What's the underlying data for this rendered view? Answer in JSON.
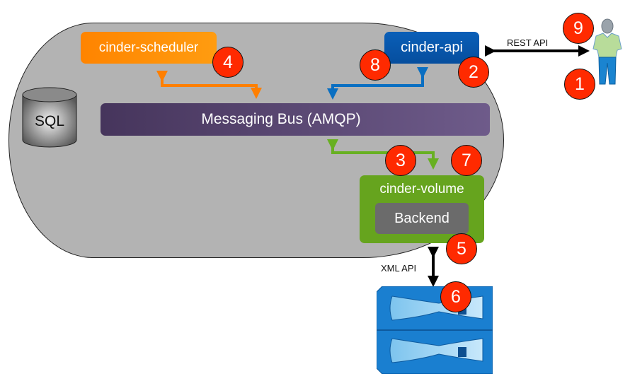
{
  "diagram": {
    "components": {
      "scheduler": "cinder-scheduler",
      "api": "cinder-api",
      "bus": "Messaging Bus (AMQP)",
      "volume": "cinder-volume",
      "backend": "Backend",
      "database": "SQL"
    },
    "connection_labels": {
      "rest": "REST API",
      "xml": "XML API"
    },
    "steps": [
      "1",
      "2",
      "3",
      "4",
      "5",
      "6",
      "7",
      "8",
      "9"
    ],
    "colors": {
      "scheduler": "#ff8c00",
      "api": "#0a5fb8",
      "bus": "#5a4876",
      "volume": "#66a41e",
      "backend": "#6b6b6b",
      "step_badge": "#ff2a00",
      "cloud": "#b3b3b3",
      "storage": "#1a7fd0"
    },
    "icons": {
      "user": "person-icon",
      "storage": "storage-array-icon",
      "database": "database-cylinder-icon"
    }
  }
}
